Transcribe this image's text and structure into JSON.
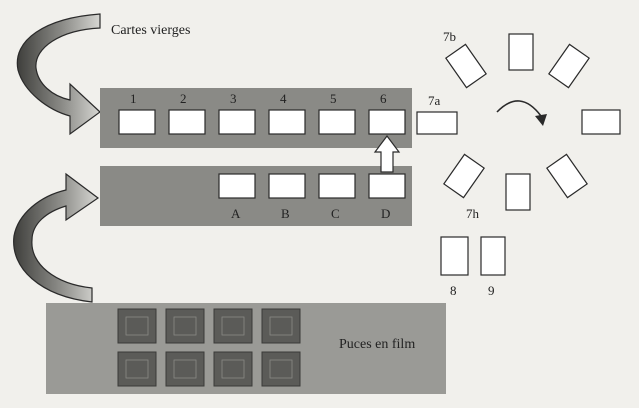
{
  "labels": {
    "blank_cards": "Cartes vierges",
    "chips_on_film": "Puces en film",
    "positions_top": [
      "1",
      "2",
      "3",
      "4",
      "5",
      "6"
    ],
    "positions_bottom": [
      "A",
      "B",
      "C",
      "D"
    ],
    "station_7a": "7a",
    "station_7b": "7b",
    "station_7h": "7h",
    "station_8": "8",
    "station_9": "9"
  },
  "colors": {
    "strip": "#8a8a86",
    "film": "#9a9a96",
    "chip": "#5b5b58",
    "card": "#ffffff",
    "line": "#2a2a2a",
    "paper": "#f1f0ec"
  }
}
